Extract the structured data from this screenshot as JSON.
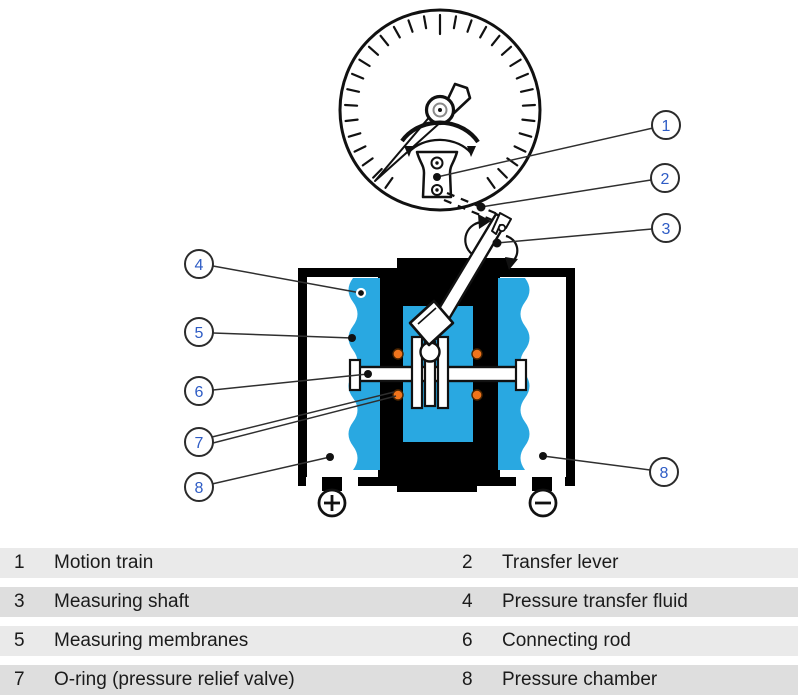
{
  "diagram": {
    "callouts": [
      "1",
      "2",
      "3",
      "4",
      "5",
      "6",
      "7",
      "8",
      "8"
    ],
    "icons": {
      "positive_port": "circled-plus",
      "negative_port": "circled-minus",
      "shaft_rotation": "curved-double-arrows",
      "pointer_travel": "double-headed-arc-arrow"
    },
    "colors": {
      "fluid_blue": "#29a8e1",
      "oring_orange": "#f0741c",
      "line_black": "#111111",
      "callout_number_blue": "#2e5cc5",
      "leader_gray": "#2f2f2f"
    }
  },
  "legend": {
    "rows": [
      {
        "num": "1",
        "label": "Motion train",
        "num2": "2",
        "label2": "Transfer lever"
      },
      {
        "num": "3",
        "label": "Measuring shaft",
        "num2": "4",
        "label2": "Pressure transfer fluid"
      },
      {
        "num": "5",
        "label": "Measuring membranes",
        "num2": "6",
        "label2": "Connecting rod"
      },
      {
        "num": "7",
        "label": "O-ring (pressure relief valve)",
        "num2": "8",
        "label2": "Pressure chamber"
      }
    ],
    "row_colors": {
      "odd": "#eaeaea",
      "even": "#dedede"
    }
  }
}
